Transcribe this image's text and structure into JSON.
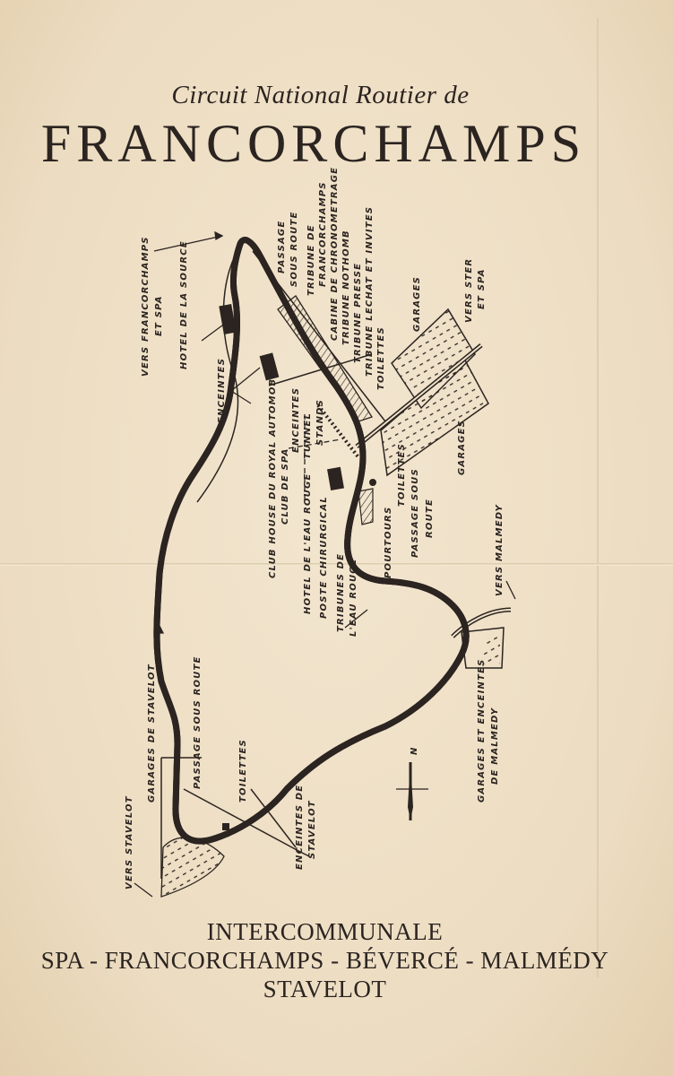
{
  "header": {
    "subtitle": "Circuit National Routier de",
    "title": "FRANCORCHAMPS"
  },
  "map": {
    "labels": {
      "vers_francorchamps_1": "VERS FRANCORCHAMPS",
      "vers_francorchamps_2": "ET SPA",
      "hotel_source": "HOTEL DE LA SOURCE",
      "enceintes_1": "ENCEINTES",
      "passage_1a": "PASSAGE",
      "passage_1b": "SOUS ROUTE",
      "tribune_francorchamps_1": "TRIBUNE DE",
      "tribune_francorchamps_2": "FRANCORCHAMPS",
      "cabine": "CABINE DE CHRONOMETRAGE",
      "tribune_nothomb": "TRIBUNE NOTHOMB",
      "tribune_presse": "TRIBUNE PRESSE",
      "tribune_lechat": "TRIBUNE LECHAT ET INVITES",
      "toilettes_1": "TOILETTES",
      "garages_top": "GARAGES",
      "vers_ster_1": "VERS STER",
      "vers_ster_2": "ET SPA",
      "garages_bottom": "GARAGES",
      "club_house_1": "CLUB HOUSE DU ROYAL AUTOMOBILE",
      "club_house_2": "CLUB DE SPA",
      "enceintes_2": "ENCEINTES",
      "tunnel": "TUNNEL",
      "stands": "STANDS",
      "hotel_eau_rouge": "HOTEL DE L'EAU ROUGE",
      "poste_chirurgical": "POSTE CHIRURGICAL",
      "tribunes_eau_rouge_1": "TRIBUNES DE",
      "tribunes_eau_rouge_2": "L'EAU ROUGE",
      "pourtours": "POURTOURS",
      "toilettes_2": "TOILETTES",
      "passage_2a": "PASSAGE SOUS",
      "passage_2b": "ROUTE",
      "vers_malmedy": "VERS MALMEDY",
      "garages_malmedy_1": "GARAGES ET ENCEINTES",
      "garages_malmedy_2": "DE MALMEDY",
      "passage_stavelot": "PASSAGE SOUS ROUTE",
      "garages_stavelot": "GARAGES DE STAVELOT",
      "vers_stavelot": "VERS STAVELOT",
      "toilettes_3": "TOILETTES",
      "enceintes_stavelot_1": "ENCEINTES DE",
      "enceintes_stavelot_2": "STAVELOT",
      "north": "N"
    },
    "colors": {
      "ink": "#2b2420",
      "paper": "#efe1c8"
    }
  },
  "footer": {
    "line1": "INTERCOMMUNALE",
    "line2": "SPA - FRANCORCHAMPS - BÉVERCÉ - MALMÉDY",
    "line3": "STAVELOT"
  }
}
